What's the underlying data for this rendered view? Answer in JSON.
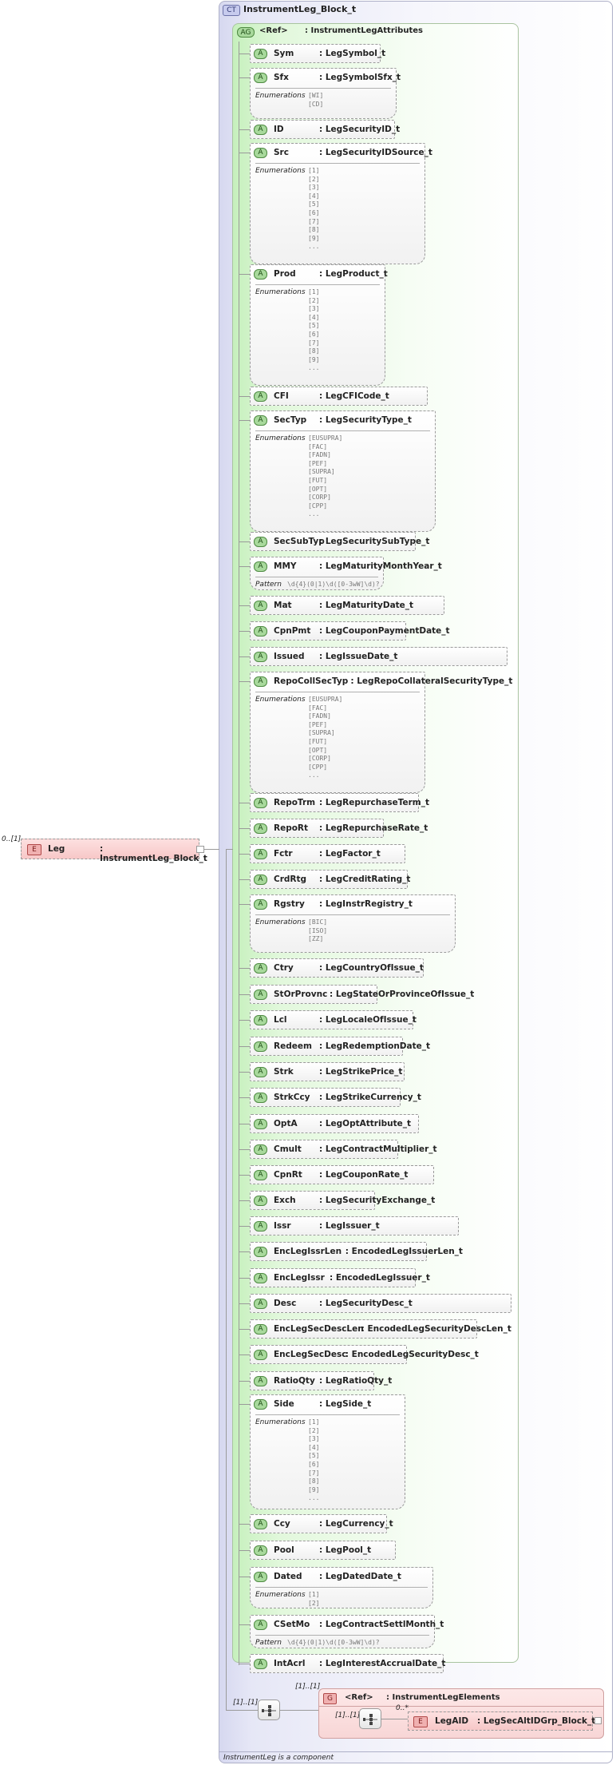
{
  "complex_type": {
    "badge": "CT",
    "title": "InstrumentLeg_Block_t",
    "footer": "InstrumentLeg is a component"
  },
  "attribute_group": {
    "badge": "AG",
    "ref": "<Ref>",
    "type": ": InstrumentLegAttributes"
  },
  "leg_element": {
    "badge": "E",
    "name": "Leg",
    "type": ": InstrumentLeg_Block_t",
    "cardinality": "0..[1]"
  },
  "sequence": {
    "cardinality": "[1]..[1]"
  },
  "group": {
    "badge": "G",
    "ref": "<Ref>",
    "type": ": InstrumentLegElements",
    "cardinality": "[1]..[1]"
  },
  "inner_sequence": {
    "cardinality": "[1]..[1]"
  },
  "legaid_element": {
    "badge": "E",
    "name": "LegAID",
    "type": ": LegSecAltIDGrp_Block_t",
    "cardinality": "0..*"
  },
  "enumerations_label": "Enumerations",
  "pattern_label": "Pattern",
  "attributes": [
    {
      "badge": "A",
      "name": "Sym",
      "type": ": LegSymbol_t"
    },
    {
      "badge": "A",
      "name": "Sfx",
      "type": ": LegSymbolSfx_t",
      "enums": [
        "[WI]",
        "[CD]"
      ]
    },
    {
      "badge": "A",
      "name": "ID",
      "type": ": LegSecurityID_t"
    },
    {
      "badge": "A",
      "name": "Src",
      "type": ": LegSecurityIDSource_t",
      "enums": [
        "[1]",
        "[2]",
        "[3]",
        "[4]",
        "[5]",
        "[6]",
        "[7]",
        "[8]",
        "[9]",
        "..."
      ]
    },
    {
      "badge": "A",
      "name": "Prod",
      "type": ": LegProduct_t",
      "enums": [
        "[1]",
        "[2]",
        "[3]",
        "[4]",
        "[5]",
        "[6]",
        "[7]",
        "[8]",
        "[9]",
        "..."
      ]
    },
    {
      "badge": "A",
      "name": "CFI",
      "type": ": LegCFICode_t"
    },
    {
      "badge": "A",
      "name": "SecTyp",
      "type": ": LegSecurityType_t",
      "enums": [
        "[EUSUPRA]",
        "[FAC]",
        "[FADN]",
        "[PEF]",
        "[SUPRA]",
        "[FUT]",
        "[OPT]",
        "[CORP]",
        "[CPP]",
        "..."
      ]
    },
    {
      "badge": "A",
      "name": "SecSubTyp",
      "type": ": LegSecuritySubType_t"
    },
    {
      "badge": "A",
      "name": "MMY",
      "type": ": LegMaturityMonthYear_t",
      "pattern": "\\d{4}(0|1)\\d([0-3wW]\\d)?"
    },
    {
      "badge": "A",
      "name": "Mat",
      "type": ": LegMaturityDate_t"
    },
    {
      "badge": "A",
      "name": "CpnPmt",
      "type": ": LegCouponPaymentDate_t"
    },
    {
      "badge": "A",
      "name": "Issued",
      "type": ": LegIssueDate_t"
    },
    {
      "badge": "A",
      "name": "RepoCollSecTyp",
      "type": ": LegRepoCollateralSecurityType_t",
      "enums": [
        "[EUSUPRA]",
        "[FAC]",
        "[FADN]",
        "[PEF]",
        "[SUPRA]",
        "[FUT]",
        "[OPT]",
        "[CORP]",
        "[CPP]",
        "..."
      ]
    },
    {
      "badge": "A",
      "name": "RepoTrm",
      "type": ": LegRepurchaseTerm_t"
    },
    {
      "badge": "A",
      "name": "RepoRt",
      "type": ": LegRepurchaseRate_t"
    },
    {
      "badge": "A",
      "name": "Fctr",
      "type": ": LegFactor_t"
    },
    {
      "badge": "A",
      "name": "CrdRtg",
      "type": ": LegCreditRating_t"
    },
    {
      "badge": "A",
      "name": "Rgstry",
      "type": ": LegInstrRegistry_t",
      "enums": [
        "[BIC]",
        "[ISO]",
        "[ZZ]"
      ]
    },
    {
      "badge": "A",
      "name": "Ctry",
      "type": ": LegCountryOfIssue_t"
    },
    {
      "badge": "A",
      "name": "StOrProvnc",
      "type": ": LegStateOrProvinceOfIssue_t"
    },
    {
      "badge": "A",
      "name": "Lcl",
      "type": ": LegLocaleOfIssue_t"
    },
    {
      "badge": "A",
      "name": "Redeem",
      "type": ": LegRedemptionDate_t"
    },
    {
      "badge": "A",
      "name": "Strk",
      "type": ": LegStrikePrice_t"
    },
    {
      "badge": "A",
      "name": "StrkCcy",
      "type": ": LegStrikeCurrency_t"
    },
    {
      "badge": "A",
      "name": "OptA",
      "type": ": LegOptAttribute_t"
    },
    {
      "badge": "A",
      "name": "Cmult",
      "type": ": LegContractMultiplier_t"
    },
    {
      "badge": "A",
      "name": "CpnRt",
      "type": ": LegCouponRate_t"
    },
    {
      "badge": "A",
      "name": "Exch",
      "type": ": LegSecurityExchange_t"
    },
    {
      "badge": "A",
      "name": "Issr",
      "type": ": LegIssuer_t"
    },
    {
      "badge": "A",
      "name": "EncLegIssrLen",
      "type": ": EncodedLegIssuerLen_t"
    },
    {
      "badge": "A",
      "name": "EncLegIssr",
      "type": ": EncodedLegIssuer_t"
    },
    {
      "badge": "A",
      "name": "Desc",
      "type": ": LegSecurityDesc_t"
    },
    {
      "badge": "A",
      "name": "EncLegSecDescLen",
      "type": ": EncodedLegSecurityDescLen_t"
    },
    {
      "badge": "A",
      "name": "EncLegSecDesc",
      "type": ": EncodedLegSecurityDesc_t"
    },
    {
      "badge": "A",
      "name": "RatioQty",
      "type": ": LegRatioQty_t"
    },
    {
      "badge": "A",
      "name": "Side",
      "type": ": LegSide_t",
      "enums": [
        "[1]",
        "[2]",
        "[3]",
        "[4]",
        "[5]",
        "[6]",
        "[7]",
        "[8]",
        "[9]",
        "..."
      ]
    },
    {
      "badge": "A",
      "name": "Ccy",
      "type": ": LegCurrency_t"
    },
    {
      "badge": "A",
      "name": "Pool",
      "type": ": LegPool_t"
    },
    {
      "badge": "A",
      "name": "Dated",
      "type": ": LegDatedDate_t",
      "enums": [
        "[1]",
        "[2]"
      ]
    },
    {
      "badge": "A",
      "name": "CSetMo",
      "type": ": LegContractSettlMonth_t",
      "pattern": "\\d{4}(0|1)\\d([0-3wW]\\d)?"
    },
    {
      "badge": "A",
      "name": "IntAcrl",
      "type": ": LegInterestAccrualDate_t"
    }
  ]
}
